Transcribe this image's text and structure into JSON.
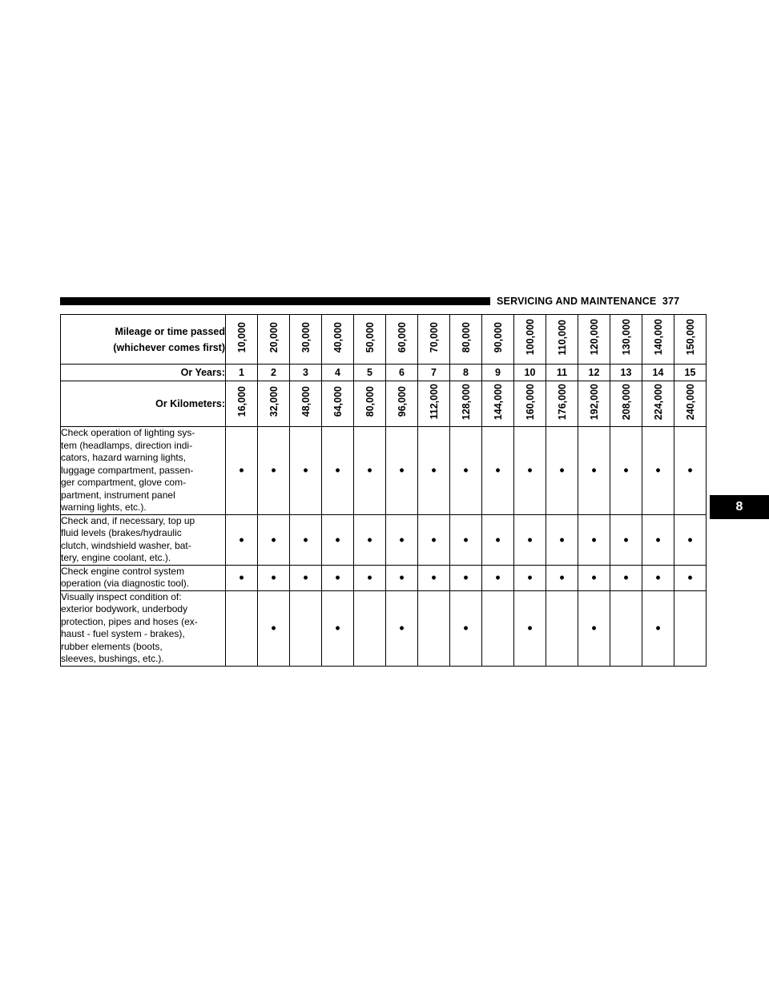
{
  "header": {
    "title": "SERVICING AND MAINTENANCE",
    "page_number": "377"
  },
  "chapter_tab": "8",
  "table": {
    "mileage_label_line1": "Mileage or time passed",
    "mileage_label_line2": "(whichever comes first)",
    "years_label": "Or Years:",
    "km_label": "Or Kilometers:",
    "miles": [
      "10,000",
      "20,000",
      "30,000",
      "40,000",
      "50,000",
      "60,000",
      "70,000",
      "80,000",
      "90,000",
      "100,000",
      "110,000",
      "120,000",
      "130,000",
      "140,000",
      "150,000"
    ],
    "years": [
      "1",
      "2",
      "3",
      "4",
      "5",
      "6",
      "7",
      "8",
      "9",
      "10",
      "11",
      "12",
      "13",
      "14",
      "15"
    ],
    "kilometers": [
      "16,000",
      "32,000",
      "48,000",
      "64,000",
      "80,000",
      "96,000",
      "112,000",
      "128,000",
      "144,000",
      "160,000",
      "176,000",
      "192,000",
      "208,000",
      "224,000",
      "240,000"
    ],
    "mark": "•",
    "rows": [
      {
        "lines": [
          "Check operation of lighting sys-",
          "tem (headlamps, direction indi-",
          "cators, hazard warning lights,",
          "luggage compartment, passen-",
          "ger compartment, glove com-",
          "partment, instrument panel",
          "warning lights, etc.)."
        ],
        "marks": [
          1,
          1,
          1,
          1,
          1,
          1,
          1,
          1,
          1,
          1,
          1,
          1,
          1,
          1,
          1
        ]
      },
      {
        "lines": [
          "Check and, if necessary, top up",
          "fluid levels (brakes/hydraulic",
          "clutch, windshield washer, bat-",
          "tery, engine coolant, etc.)."
        ],
        "marks": [
          1,
          1,
          1,
          1,
          1,
          1,
          1,
          1,
          1,
          1,
          1,
          1,
          1,
          1,
          1
        ]
      },
      {
        "lines": [
          "Check engine control system",
          "operation (via diagnostic tool)."
        ],
        "marks": [
          1,
          1,
          1,
          1,
          1,
          1,
          1,
          1,
          1,
          1,
          1,
          1,
          1,
          1,
          1
        ]
      },
      {
        "lines": [
          "Visually inspect condition of:",
          "exterior bodywork, underbody",
          "protection, pipes and hoses (ex-",
          "haust - fuel system - brakes),",
          "rubber elements (boots,",
          "sleeves, bushings, etc.)."
        ],
        "marks": [
          0,
          1,
          0,
          1,
          0,
          1,
          0,
          1,
          0,
          1,
          0,
          1,
          0,
          1,
          0
        ]
      }
    ]
  }
}
